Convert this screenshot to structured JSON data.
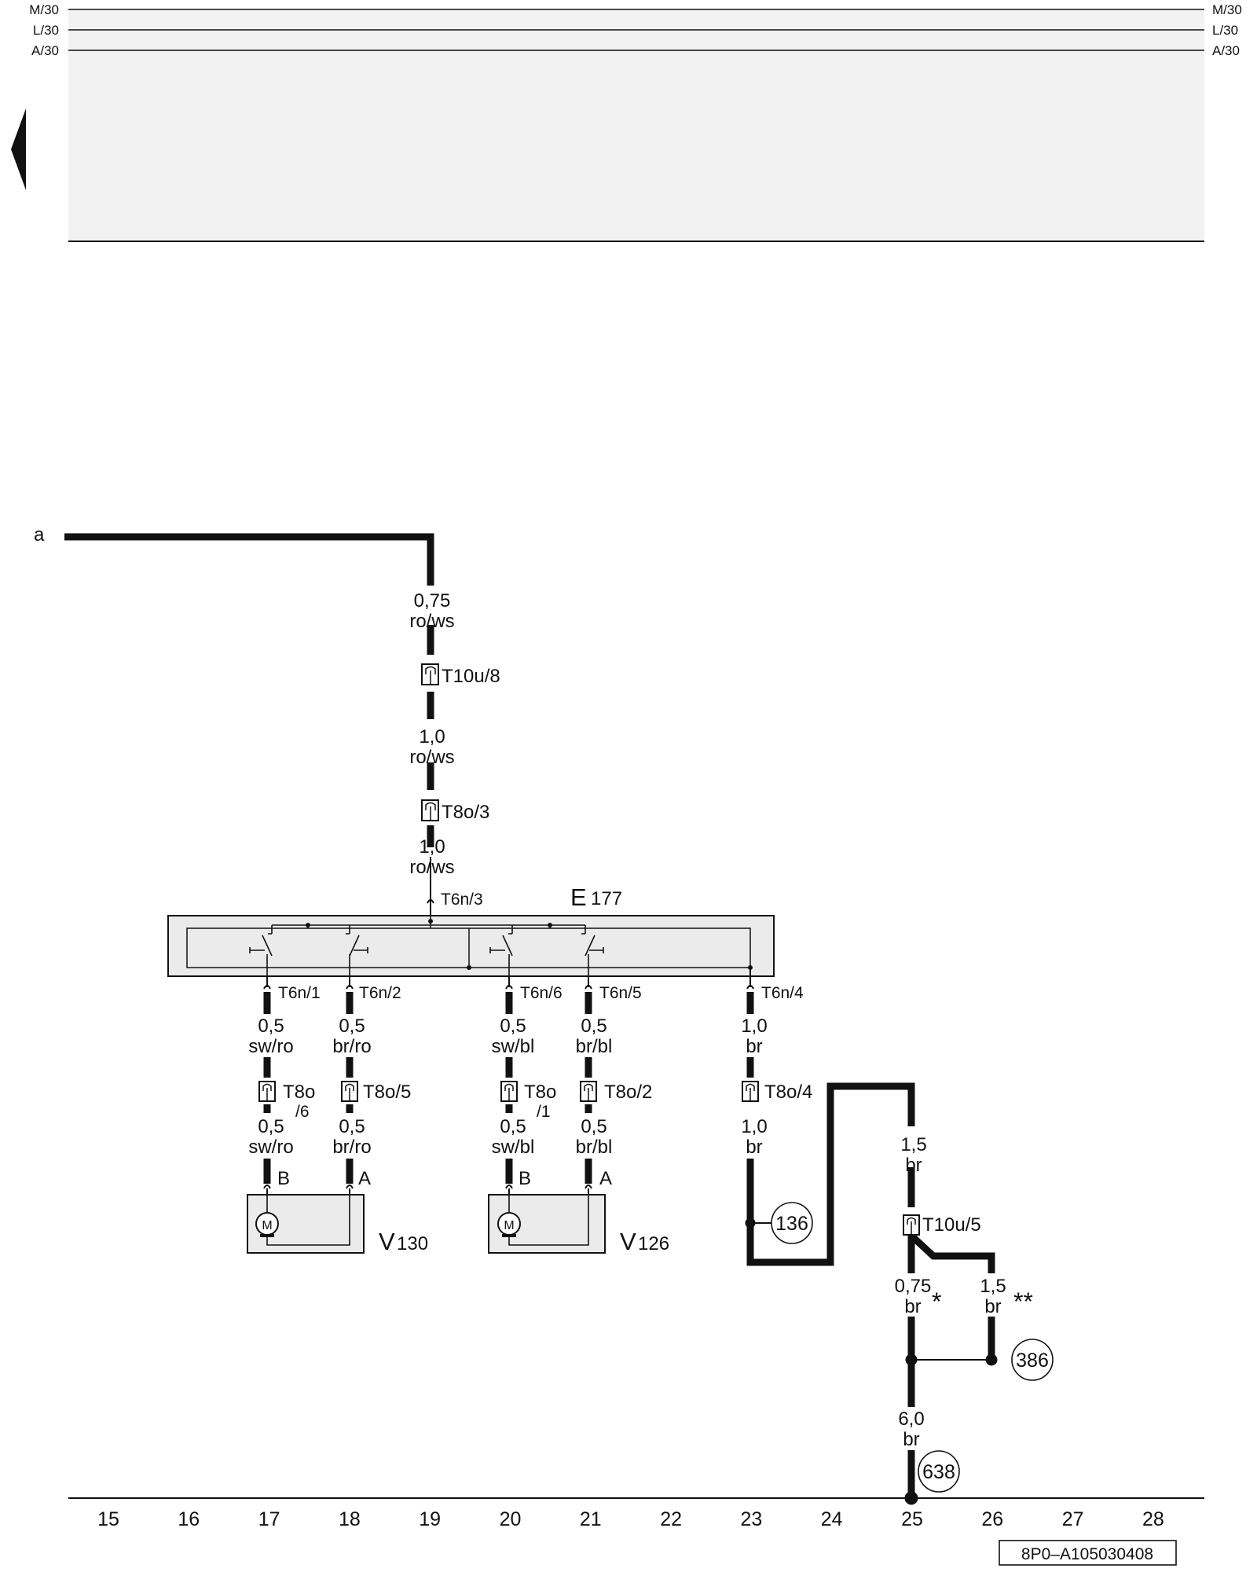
{
  "rails": {
    "left": [
      "M/30",
      "L/30",
      "A/30"
    ],
    "right": [
      "M/30",
      "L/30",
      "A/30"
    ]
  },
  "wires": {
    "w_a": "a",
    "w1_size": "0,75",
    "w1_color": "ro/ws",
    "t10u8": "T10u/8",
    "w2_size": "1,0",
    "w2_color": "ro/ws",
    "t8o3": "T8o/3",
    "w3_size": "1,0",
    "w3_color": "ro/ws",
    "t6n3": "T6n/3",
    "t6n1": "T6n/1",
    "t6n2": "T6n/2",
    "t6n6": "T6n/6",
    "t6n5": "T6n/5",
    "t6n4": "T6n/4",
    "c17_size_a": "0,5",
    "c17_color_a": "sw/ro",
    "c18_size_a": "0,5",
    "c18_color_a": "br/ro",
    "c20_size_a": "0,5",
    "c20_color_a": "sw/bl",
    "c21_size_a": "0,5",
    "c21_color_a": "br/bl",
    "c23_size_a": "1,0",
    "c23_color_a": "br",
    "t8o6_a": "T8o",
    "t8o6_b": "/6",
    "t8o5": "T8o/5",
    "t8o1_a": "T8o",
    "t8o1_b": "/1",
    "t8o2": "T8o/2",
    "t8o4": "T8o/4",
    "c17_size_b": "0,5",
    "c17_color_b": "sw/ro",
    "c18_size_b": "0,5",
    "c18_color_b": "br/ro",
    "c20_size_b": "0,5",
    "c20_color_b": "sw/bl",
    "c21_size_b": "0,5",
    "c21_color_b": "br/bl",
    "c23_size_b": "1,0",
    "c23_color_b": "br",
    "pin_b1": "B",
    "pin_a1": "A",
    "pin_b2": "B",
    "pin_a2": "A",
    "c25_size_a": "1,5",
    "c25_color_a": "br",
    "t10u5": "T10u/5",
    "c25_size_b": "0,75",
    "c25_color_b": "br",
    "star1": "*",
    "c26_size": "1,5",
    "c26_color": "br",
    "star2": "**",
    "c25_size_c": "6,0",
    "c25_color_c": "br"
  },
  "components": {
    "e177_letter": "E",
    "e177_num": "177",
    "v130_letter": "V",
    "v130_num": "130",
    "v126_letter": "V",
    "v126_num": "126",
    "motor": "M"
  },
  "ground_points": [
    "136",
    "386",
    "638"
  ],
  "columns": [
    "15",
    "16",
    "17",
    "18",
    "19",
    "20",
    "21",
    "22",
    "23",
    "24",
    "25",
    "26",
    "27",
    "28"
  ],
  "reference_code": "8P0–A105030408",
  "colors": {
    "line": "#111111",
    "panel": "#f2f2f2",
    "box": "#ebebeb"
  }
}
